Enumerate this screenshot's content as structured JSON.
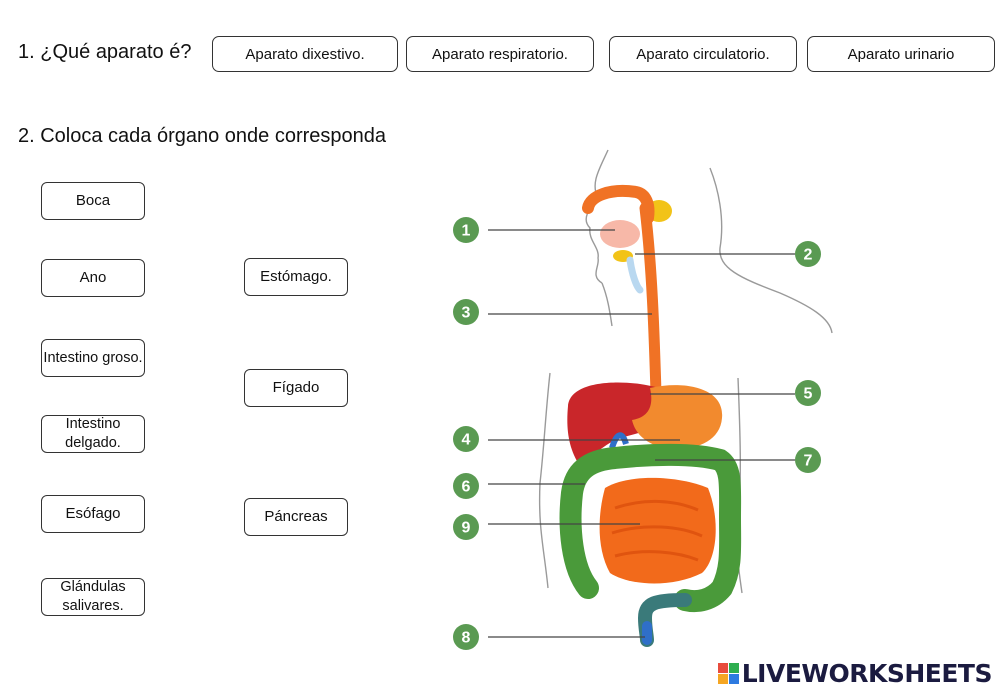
{
  "q1": {
    "title": "1. ¿Qué aparato é?",
    "options": [
      "Aparato dixestivo.",
      "Aparato respiratorio.",
      "Aparato circulatorio.",
      "Aparato urinario"
    ]
  },
  "q2": {
    "title": "2. Coloca cada órgano onde corresponda",
    "organs": {
      "boca": "Boca",
      "ano": "Ano",
      "intestino_groso": "Intestino groso.",
      "intestino_delgado": "Intestino delgado.",
      "esofago": "Esófago",
      "glandulas": "Glándulas salivares.",
      "estomago": "Estómago.",
      "figado": "Fígado",
      "pancreas": "Páncreas"
    },
    "markers": [
      "1",
      "2",
      "3",
      "4",
      "5",
      "6",
      "7",
      "8",
      "9"
    ]
  },
  "brand": {
    "name": "LIVEWORKSHEETS"
  },
  "colors": {
    "marker_green": "#5a9a52",
    "esophagus": "#f07225",
    "liver": "#c9262a",
    "stomach": "#f28a2e",
    "large_intestine": "#4a9a3a",
    "small_intestine": "#f26a1b",
    "salivary": "#f2c318",
    "rectum": "#2f6fc9",
    "outline": "#9a9a9a"
  }
}
